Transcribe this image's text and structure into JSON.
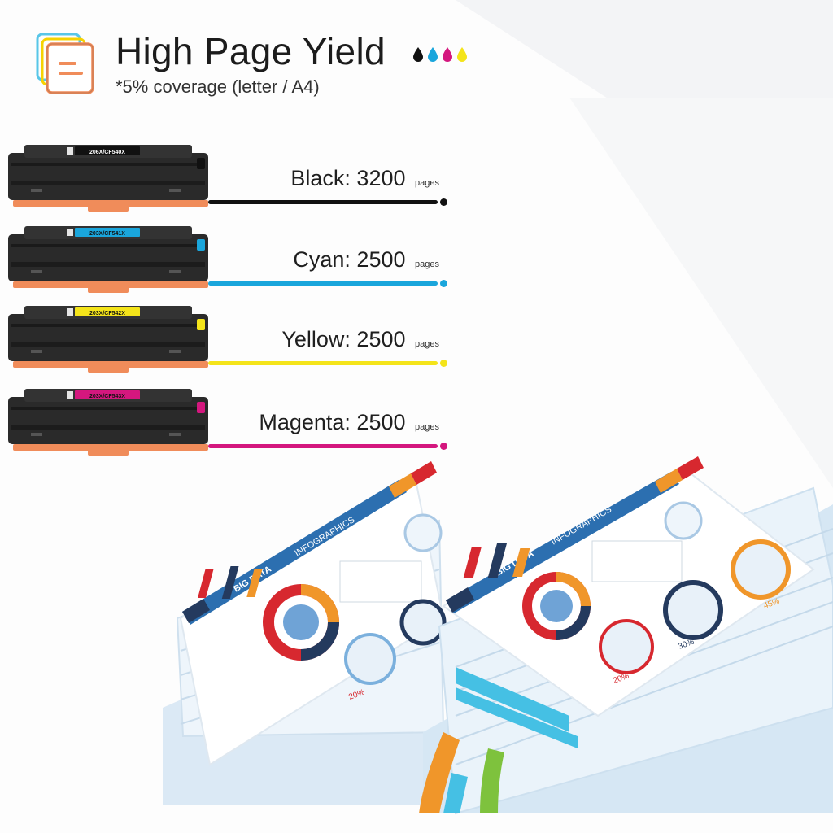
{
  "header": {
    "title": "High Page Yield",
    "subtitle": "*5% coverage (letter / A4)"
  },
  "colors": {
    "black": "#111111",
    "cyan": "#1aa6dc",
    "yellow": "#f4e41a",
    "magenta": "#d4177e",
    "orange_accent": "#f08c5a"
  },
  "cartridges": [
    {
      "label": "Black:",
      "pages": "3200",
      "unit": "pages",
      "model": "206X/CF540X",
      "color": "#111111"
    },
    {
      "label": "Cyan:",
      "pages": "2500",
      "unit": "pages",
      "model": "203X/CF541X",
      "color": "#1aa6dc"
    },
    {
      "label": "Yellow:",
      "pages": "2500",
      "unit": "pages",
      "model": "203X/CF542X",
      "color": "#f4e41a"
    },
    {
      "label": "Magenta:",
      "pages": "2500",
      "unit": "pages",
      "model": "203X/CF543X",
      "color": "#d4177e"
    }
  ],
  "illustration": {
    "banner_left": "BIG DATA",
    "banner_right": "INFOGRAPHICS",
    "pct_20": "20%",
    "pct_30": "30%",
    "pct_45": "45%"
  }
}
